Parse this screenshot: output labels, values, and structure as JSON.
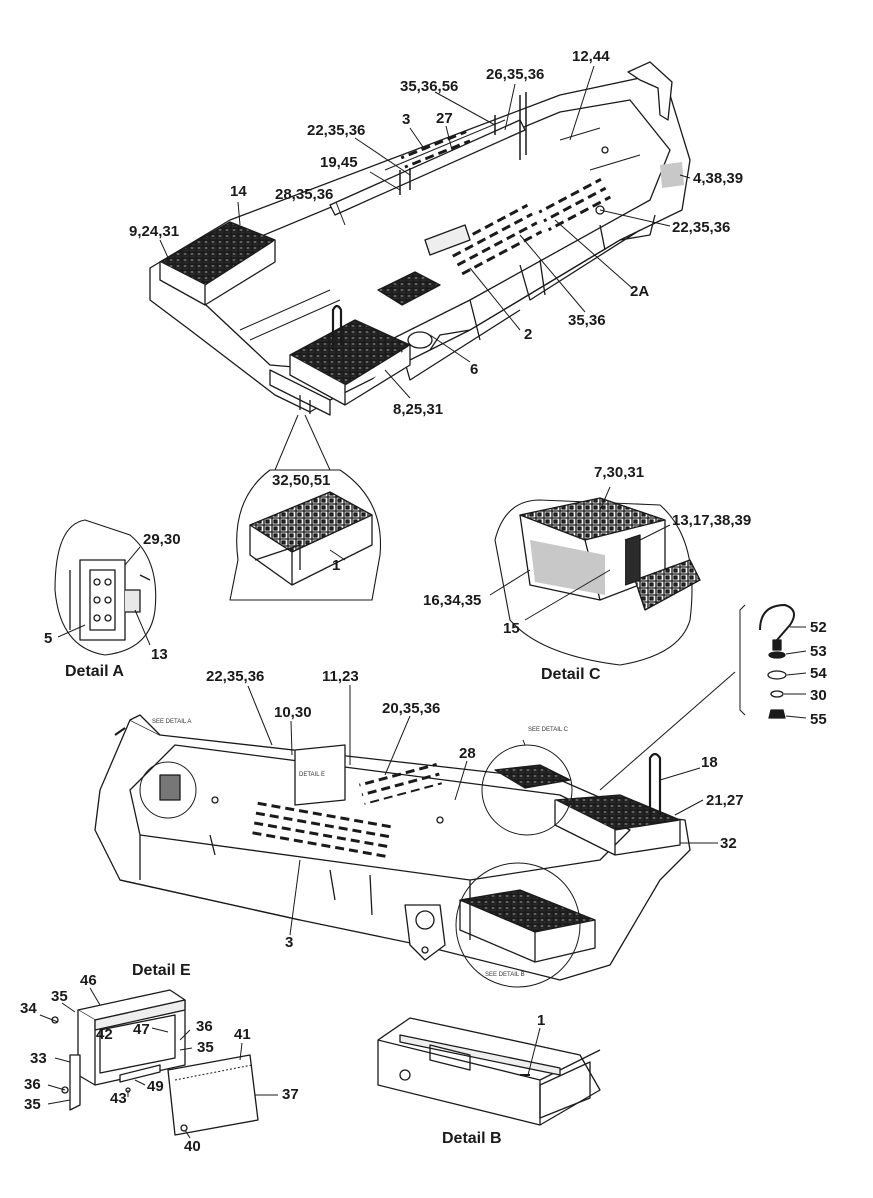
{
  "captions": {
    "detail_a": "Detail A",
    "detail_b": "Detail B",
    "detail_c": "Detail C",
    "detail_e": "Detail E"
  },
  "notes": {
    "see_detail_a": "SEE DETAIL A",
    "see_detail_b": "SEE DETAIL B",
    "see_detail_c": "SEE DETAIL C",
    "detail_e_tag": "DETAIL E"
  },
  "callouts": {
    "top": [
      "12,44",
      "35,36,56",
      "26,35,36",
      "22,35,36",
      "3",
      "27",
      "19,45",
      "28,35,36",
      "14",
      "9,24,31",
      "4,38,39",
      "22,35,36",
      "2A",
      "2",
      "35,36",
      "6",
      "8,25,31"
    ],
    "detail_inset": [
      "32,50,51",
      "1"
    ],
    "detail_a": [
      "29,30",
      "5",
      "13"
    ],
    "detail_c": [
      "7,30,31",
      "13,17,38,39",
      "16,34,35",
      "15"
    ],
    "pin": [
      "52",
      "53",
      "54",
      "30",
      "55"
    ],
    "bottom": [
      "22,35,36",
      "11,23",
      "10,30",
      "20,35,36",
      "28",
      "18",
      "21,27",
      "32",
      "3"
    ],
    "detail_e": [
      "46",
      "35",
      "34",
      "42",
      "47",
      "36",
      "35",
      "41",
      "33",
      "36",
      "49",
      "43",
      "35",
      "37",
      "40"
    ],
    "detail_b": [
      "1"
    ]
  },
  "colors": {
    "line": "#1a1a1a",
    "shade": "#c8c8c8",
    "tread": "#2b2b2b"
  }
}
